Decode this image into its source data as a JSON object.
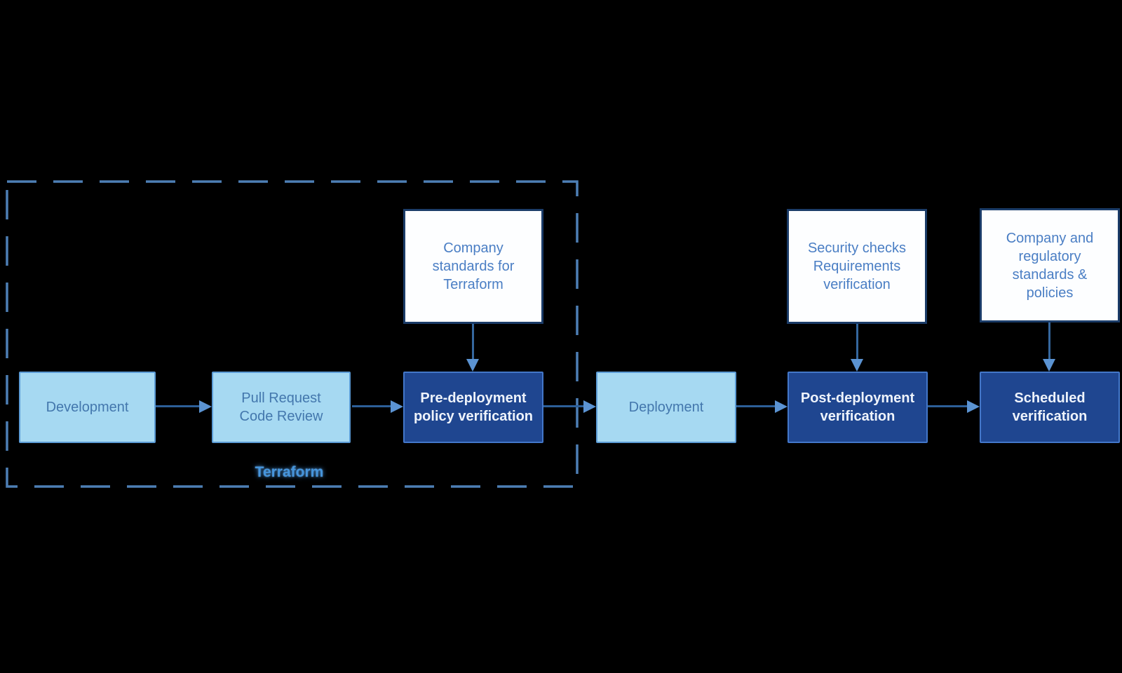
{
  "diagram": {
    "group": {
      "label": "Terraform"
    },
    "process_nodes": {
      "development": {
        "label": "Development"
      },
      "pull_request": {
        "label": "Pull Request\nCode Review"
      },
      "pre_deployment": {
        "label": "Pre-deployment\npolicy verification"
      },
      "deployment": {
        "label": "Deployment"
      },
      "post_deployment": {
        "label": "Post-deployment\nverification"
      },
      "scheduled": {
        "label": "Scheduled\nverification"
      }
    },
    "reference_nodes": {
      "company_standards": {
        "label": "Company\nstandards for\nTerraform"
      },
      "security_checks": {
        "label": "Security checks\nRequirements\nverification"
      },
      "company_regulatory": {
        "label": "Company and\nregulatory\nstandards &\npolicies"
      }
    },
    "colors": {
      "background": "#000000",
      "light_node_fill": "#a6d9f2",
      "light_node_border": "#5b9bd5",
      "light_node_text": "#4377ad",
      "dark_node_fill": "#1f4690",
      "dark_node_border": "#4377c9",
      "dark_node_text": "#eef3fb",
      "reference_fill": "#fdfeff",
      "reference_border": "#1b3c68",
      "reference_text": "#4a7ec4",
      "arrow_shaft": "#2d5f98",
      "arrow_head": "#5b93d2",
      "dashed_border": "#4d7fb5",
      "group_label_text": "#4695dc"
    }
  }
}
